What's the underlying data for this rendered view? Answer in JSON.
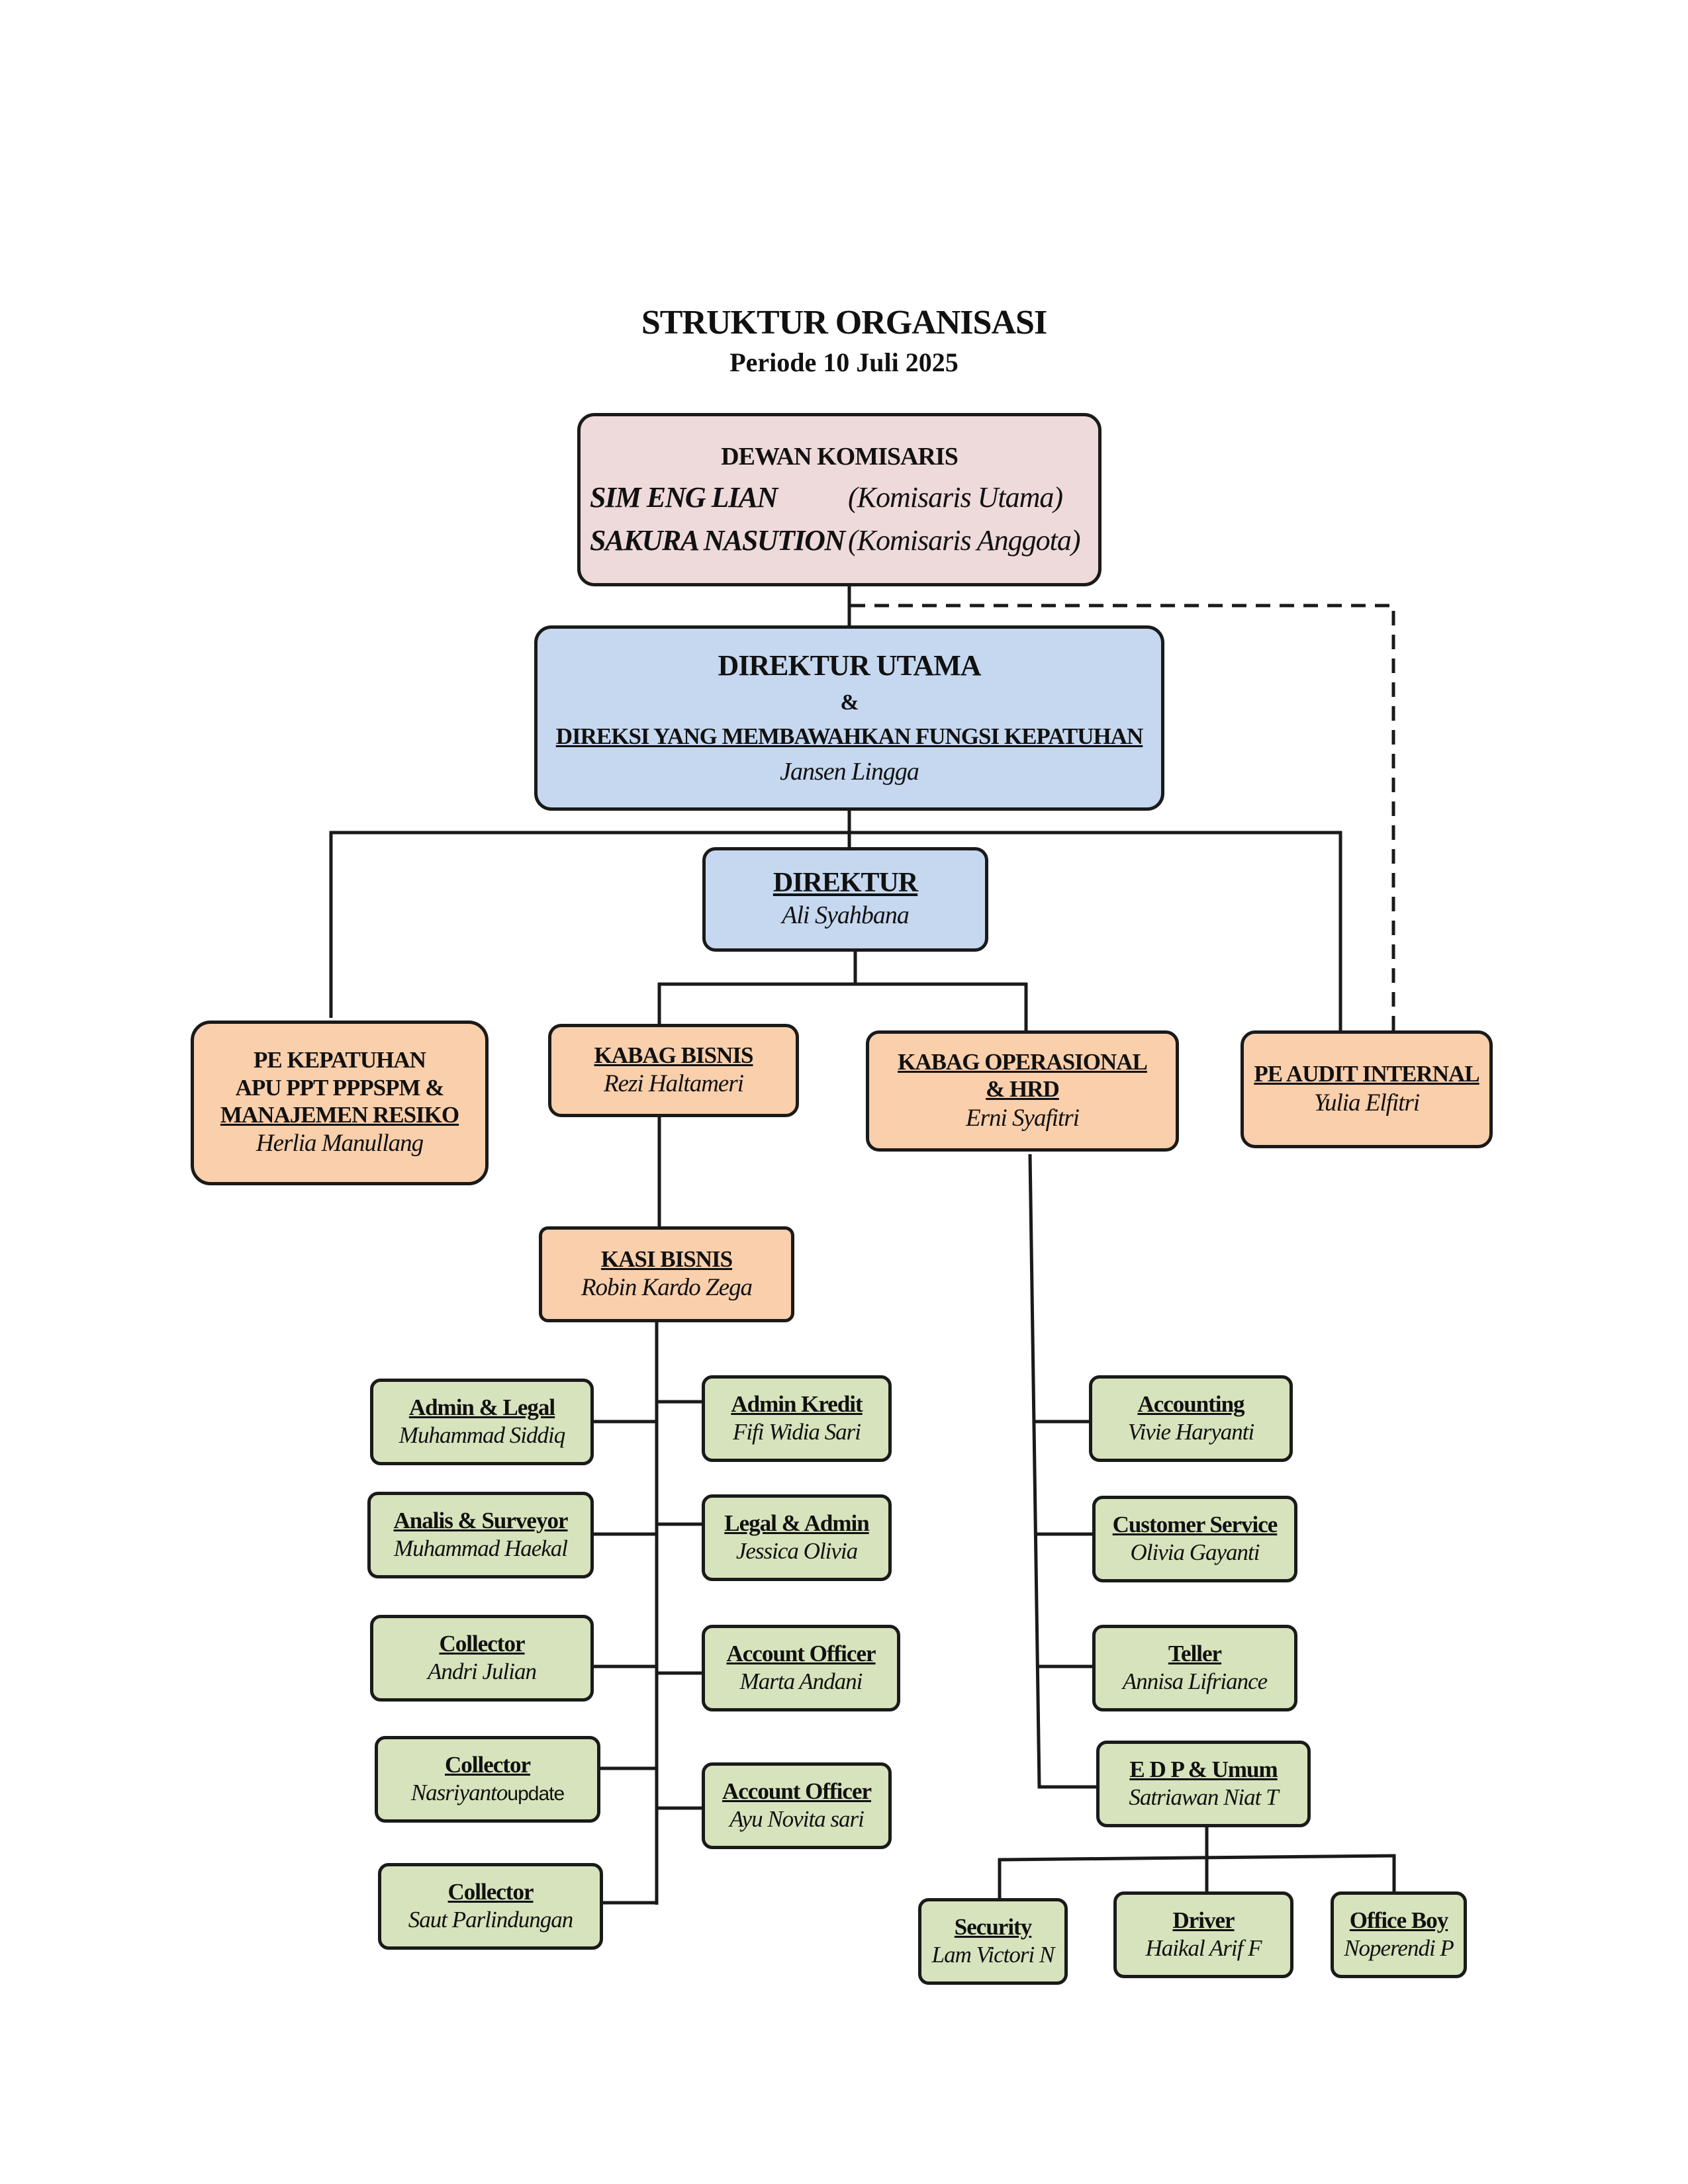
{
  "header": {
    "title": "STRUKTUR ORGANISASI",
    "subtitle": "Periode 10 Juli 2025"
  },
  "board": {
    "title": "DEWAN KOMISARIS",
    "members": [
      {
        "name": "SIM ENG LIAN",
        "role": "(Komisaris Utama)"
      },
      {
        "name": "SAKURA NASUTION",
        "role": "(Komisaris Anggota)"
      }
    ]
  },
  "president": {
    "title": "DIREKTUR UTAMA",
    "amp": "&",
    "subtitle": "DIREKSI YANG MEMBAWAHKAN FUNGSI KEPATUHAN",
    "name": "Jansen Lingga"
  },
  "director": {
    "title": "DIREKTUR",
    "name": "Ali Syahbana"
  },
  "compliance": {
    "line1": "PE KEPATUHAN",
    "line2": "APU PPT PPPSPM &",
    "line3": "MANAJEMEN RESIKO",
    "name": "Herlia Manullang"
  },
  "kabag_bisnis": {
    "title": "KABAG BISNIS",
    "name": "Rezi Haltameri"
  },
  "kabag_ops": {
    "title": "KABAG OPERASIONAL",
    "title2": "& HRD",
    "name": "Erni Syafitri"
  },
  "audit": {
    "title": "PE AUDIT INTERNAL",
    "name": "Yulia Elfitri"
  },
  "kasi_bisnis": {
    "title": "KASI BISNIS",
    "name": "Robin Kardo Zega"
  },
  "business_left": [
    {
      "title": "Admin & Legal",
      "name": "Muhammad Siddiq"
    },
    {
      "title": "Analis & Surveyor",
      "name": "Muhammad Haekal"
    },
    {
      "title": "Collector",
      "name": "Andri Julian"
    },
    {
      "title": "Collector",
      "name": "Nasriyanto",
      "suffix": "update"
    },
    {
      "title": "Collector",
      "name": "Saut Parlindungan"
    }
  ],
  "business_right": [
    {
      "title": "Admin Kredit",
      "name": "Fifi Widia Sari"
    },
    {
      "title": "Legal & Admin",
      "name": "Jessica Olivia"
    },
    {
      "title": "Account Officer",
      "name": "Marta Andani"
    },
    {
      "title": "Account Officer",
      "name": "Ayu Novita sari"
    }
  ],
  "operations": [
    {
      "title": "Accounting",
      "name": "Vivie Haryanti"
    },
    {
      "title": "Customer Service",
      "name": "Olivia Gayanti"
    },
    {
      "title": "Teller",
      "name": "Annisa Lifriance"
    },
    {
      "title": "E D P & Umum",
      "name": "Satriawan Niat T"
    }
  ],
  "general": [
    {
      "title": "Security",
      "name": "Lam Victori N"
    },
    {
      "title": "Driver",
      "name": "Haikal Arif F"
    },
    {
      "title": "Office Boy",
      "name": "Noperendi P"
    }
  ]
}
